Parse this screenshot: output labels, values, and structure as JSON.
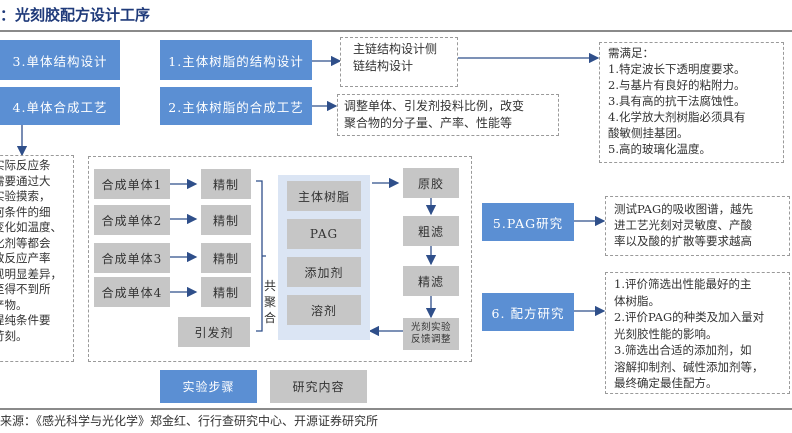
{
  "title": "：光刻胶配方设计工序",
  "source": "来源：《感光科学与光化学》郑金红、行行查研究中心、开源证券研究所",
  "colors": {
    "step_blue": "#5b8fd3",
    "content_gray": "#c6c6c6",
    "panel_blue": "#dbe5f4",
    "arrow": "#2f4f8a"
  },
  "steps": {
    "s1": "1.主体树脂的结构设计",
    "s2": "2.主体树脂的合成工艺",
    "s3": "3.单体结构设计",
    "s4": "4.单体合成工艺",
    "s5": "5.PAG研究",
    "s6": "6. 配方研究"
  },
  "notes": {
    "main_chain": [
      "主链结构设计侧",
      "链结构设计"
    ],
    "adjust": [
      "调整单体、引发剂投料比例，改变",
      "聚合物的分子量、产率、性能等"
    ],
    "requirements": [
      "需满足：",
      "1.特定波长下透明度要求。",
      "2.与基片有良好的粘附力。",
      "3.具有高的抗干法腐蚀性。",
      "4.化学放大剂树脂必须具有",
      "酸敏侧挂基团。",
      "5.高的玻璃化温度。"
    ],
    "monomer_synthesis": [
      "实际反应条",
      "需要通过大",
      "实验摸索，",
      "何条件的细",
      "变化如温度、",
      "化剂等都会",
      "致反应产率",
      "现明显差异，",
      "至得不到所",
      "产物。",
      "提纯条件要",
      "苛刻。"
    ],
    "pag": [
      "测试PAG的吸收图谱，越先",
      "进工艺光刻对灵敏度、产酸",
      "率以及酸的扩散等要求越高"
    ],
    "formula": [
      "1.评价筛选出性能最好的主",
      "体树脂。",
      "2.评价PAG的种类及加入量对",
      "光刻胶性能的影响。",
      "3.筛选出合适的添加剂，如",
      "溶解抑制剂、碱性添加剂等，",
      "最终确定最佳配方。"
    ]
  },
  "synthesis": {
    "monomers": [
      "合成单体1",
      "合成单体2",
      "合成单体3",
      "合成单体4"
    ],
    "refine": "精制",
    "initiator": "引发剂",
    "copolymer": "共聚合"
  },
  "formula_components": [
    "主体树脂",
    "PAG",
    "添加剂",
    "溶剂"
  ],
  "process": [
    "原胶",
    "粗滤",
    "精滤",
    "光刻实验反馈调整"
  ],
  "legend": {
    "experiment": "实验步骤",
    "research": "研究内容"
  }
}
